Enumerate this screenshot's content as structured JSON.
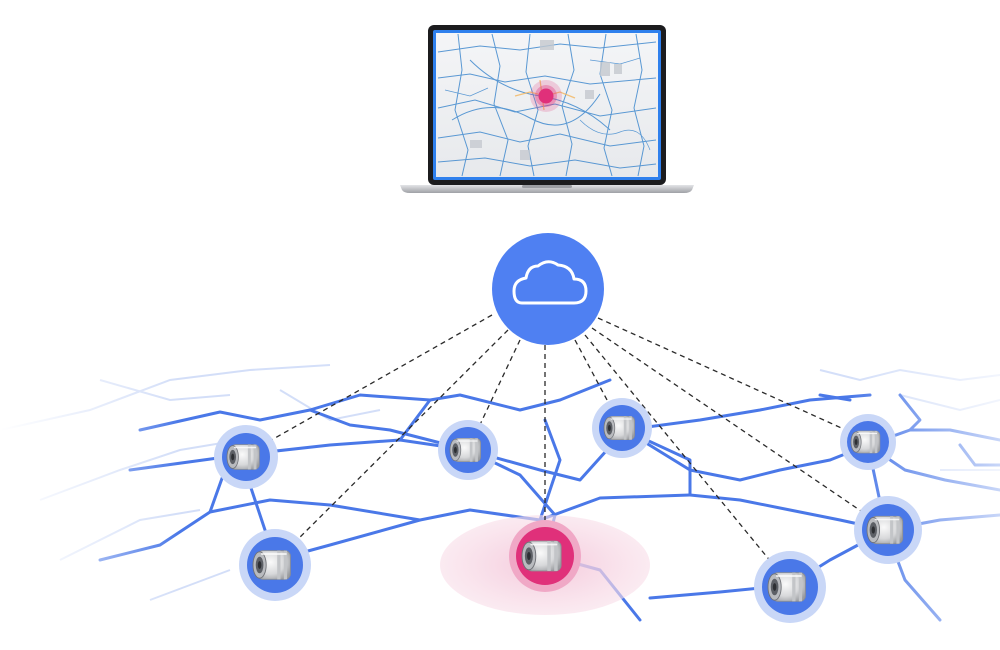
{
  "diagram": {
    "colors": {
      "network": "#4a78e8",
      "network_light": "#c9d7f7",
      "cloud": "#4f80f2",
      "alert": "#e0307a",
      "alert_glow": "#f8d7e4",
      "connector": "#2a2a2a",
      "laptop_body": "#1c1c1e",
      "laptop_base": "#c7c8cc",
      "map_bg": "#eef0f3",
      "map_road": "#4a8fd0"
    },
    "icons": {
      "cloud": "cloud-icon",
      "sensor": "water-meter-sensor-icon",
      "laptop": "laptop-icon",
      "map_marker": "location-marker-icon"
    },
    "nodes": [
      {
        "id": "sensor-1",
        "status": "normal"
      },
      {
        "id": "sensor-2",
        "status": "normal"
      },
      {
        "id": "sensor-3",
        "status": "normal"
      },
      {
        "id": "sensor-4",
        "status": "normal"
      },
      {
        "id": "sensor-5",
        "status": "normal"
      },
      {
        "id": "sensor-6",
        "status": "alert"
      },
      {
        "id": "sensor-7",
        "status": "normal"
      },
      {
        "id": "sensor-8",
        "status": "normal"
      }
    ]
  }
}
